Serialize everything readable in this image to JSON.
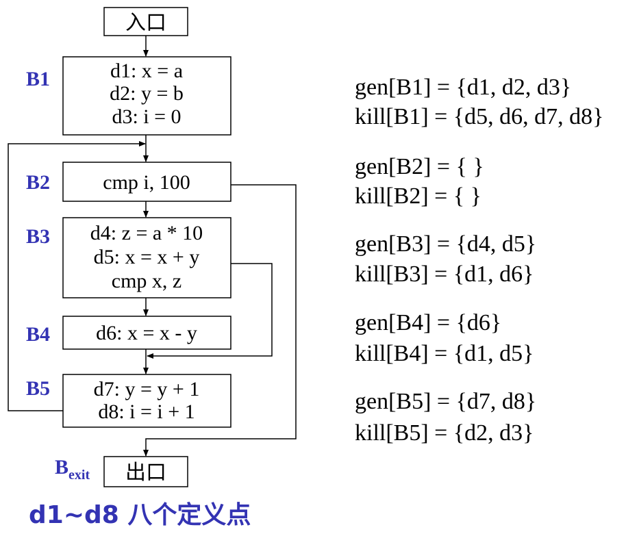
{
  "entry": {
    "text": "入口"
  },
  "exit": {
    "text": "出口"
  },
  "blocks": {
    "b1": {
      "label": "B1",
      "lines": [
        "d1: x = a",
        "d2: y = b",
        "d3: i = 0"
      ]
    },
    "b2": {
      "label": "B2",
      "lines": [
        "cmp i, 100"
      ]
    },
    "b3": {
      "label": "B3",
      "lines": [
        "d4: z = a * 10",
        "d5: x = x + y",
        "cmp x, z"
      ]
    },
    "b4": {
      "label": "B4",
      "lines": [
        "d6: x = x - y"
      ]
    },
    "b5": {
      "label": "B5",
      "lines": [
        "d7: y = y + 1",
        "d8: i = i + 1"
      ]
    }
  },
  "exit_label": {
    "main": "B",
    "sub": "exit"
  },
  "sets": [
    {
      "gen": "gen[B1] = {d1, d2, d3}",
      "kill": "kill[B1] = {d5, d6, d7, d8}"
    },
    {
      "gen": "gen[B2] = { }",
      "kill": "kill[B2] = { }"
    },
    {
      "gen": "gen[B3] = {d4, d5}",
      "kill": "kill[B3] = {d1, d6}"
    },
    {
      "gen": "gen[B4] = {d6}",
      "kill": "kill[B4] = {d1, d5}"
    },
    {
      "gen": "gen[B5] = {d7, d8}",
      "kill": "kill[B5] = {d2, d3}"
    }
  ],
  "footer": "d1~d8 八个定义点",
  "colors": {
    "label": "#3333b3",
    "line": "#000000",
    "text": "#000000"
  }
}
